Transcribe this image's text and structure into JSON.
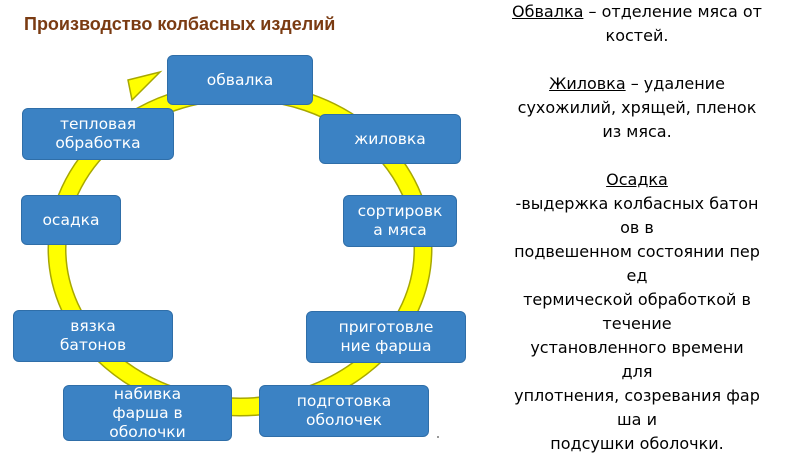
{
  "title": "Производство колбасных изделий",
  "colors": {
    "node_fill": "#3b82c4",
    "arrow_fill": "#ffff00",
    "arrow_stroke": "#a8a800",
    "title_color": "#7a3b12"
  },
  "cycle": {
    "direction": "clockwise",
    "steps": [
      "обвалка",
      "жиловка",
      "сортировка мяса",
      "приготовление фарша",
      "подготовка оболочек",
      "набивка фарша в оболочки",
      "вязка батонов",
      "осадка",
      "тепловая обработка"
    ]
  },
  "nodes": {
    "obvalka": "обвалка",
    "zhilovka": "жиловка",
    "sortirovka": "сортировк\nа мяса",
    "prigotovlenie": "приготовле\nние фарша",
    "podgotovka": "подготовка\nоболочек",
    "nabivka": "набивка\nфарша в\nоболочки",
    "vyazka": "вязка\nбатонов",
    "osadka": "осадка",
    "teplovaya": "тепловая\nобработка"
  },
  "definitions": {
    "obvalka_term": "Обвалка",
    "obvalka_text_1": " – отделение мяса от",
    "obvalka_text_2": "костей.",
    "zhilovka_term": "Жиловка",
    "zhilovka_text_1": " – удаление",
    "zhilovka_text_2": "сухожилий, хрящей, пленок",
    "zhilovka_text_3": "из мяса.",
    "osadka_term": "Осадка",
    "osadka_lines": [
      "-выдержка колбасных батон",
      "ов в",
      "подвешенном состоянии пер",
      "ед",
      "термической обработкой в",
      "течение",
      "установленного времени",
      "для",
      "уплотнения, созревания фар",
      "ша и",
      "подсушки оболочки."
    ]
  }
}
